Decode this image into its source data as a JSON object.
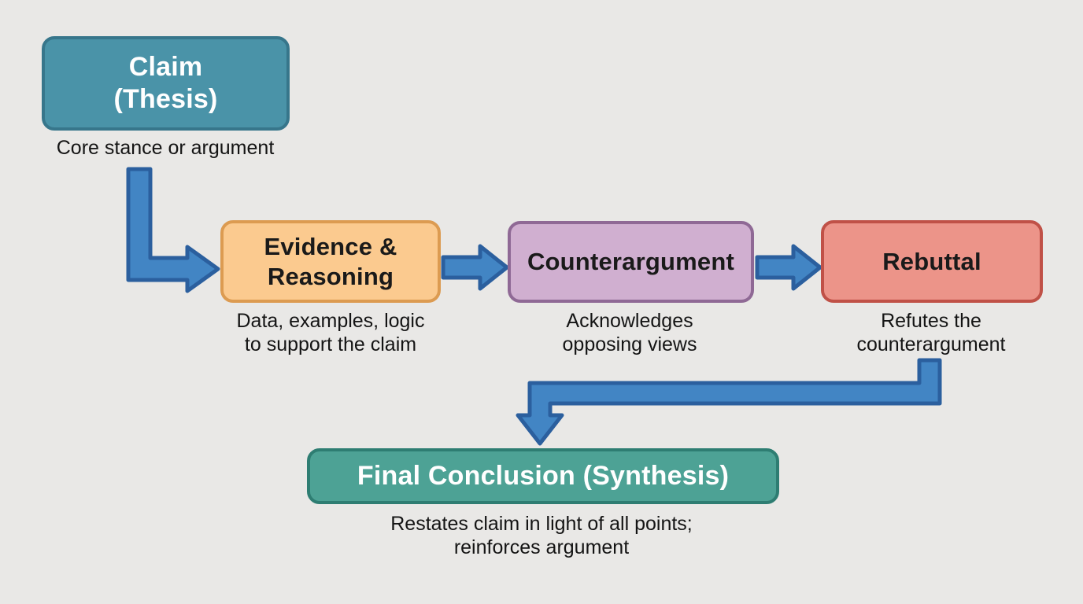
{
  "diagram": {
    "background_color": "#E9E8E6",
    "arrow_style": {
      "fill": "#4285C4",
      "outline": "#2B5F9E"
    },
    "nodes": [
      {
        "id": "claim",
        "label": "Claim\n(Thesis)",
        "caption": "Core stance or argument",
        "fill": "#4A93A8",
        "border": "#37768B",
        "text_color": "#FFFFFF"
      },
      {
        "id": "evidence",
        "label": "Evidence &\nReasoning",
        "caption": "Data, examples, logic\nto support the claim",
        "fill": "#FBCA8F",
        "border": "#DC9B51",
        "text_color": "#1A1A1A"
      },
      {
        "id": "counterargument",
        "label": "Counterargument",
        "caption": "Acknowledges\nopposing views",
        "fill": "#D0AFD0",
        "border": "#8F6995",
        "text_color": "#1A1A1A"
      },
      {
        "id": "rebuttal",
        "label": "Rebuttal",
        "caption": "Refutes the\ncounterargument",
        "fill": "#EC9489",
        "border": "#C05147",
        "text_color": "#1A1A1A"
      },
      {
        "id": "final",
        "label": "Final Conclusion (Synthesis)",
        "caption": "Restates claim in light of all points;\nreinforces argument",
        "fill": "#4DA295",
        "border": "#2E7D72",
        "text_color": "#FFFFFF"
      }
    ],
    "edges": [
      {
        "from": "claim",
        "to": "evidence"
      },
      {
        "from": "evidence",
        "to": "counterargument"
      },
      {
        "from": "counterargument",
        "to": "rebuttal"
      },
      {
        "from": "rebuttal",
        "to": "final"
      }
    ]
  }
}
